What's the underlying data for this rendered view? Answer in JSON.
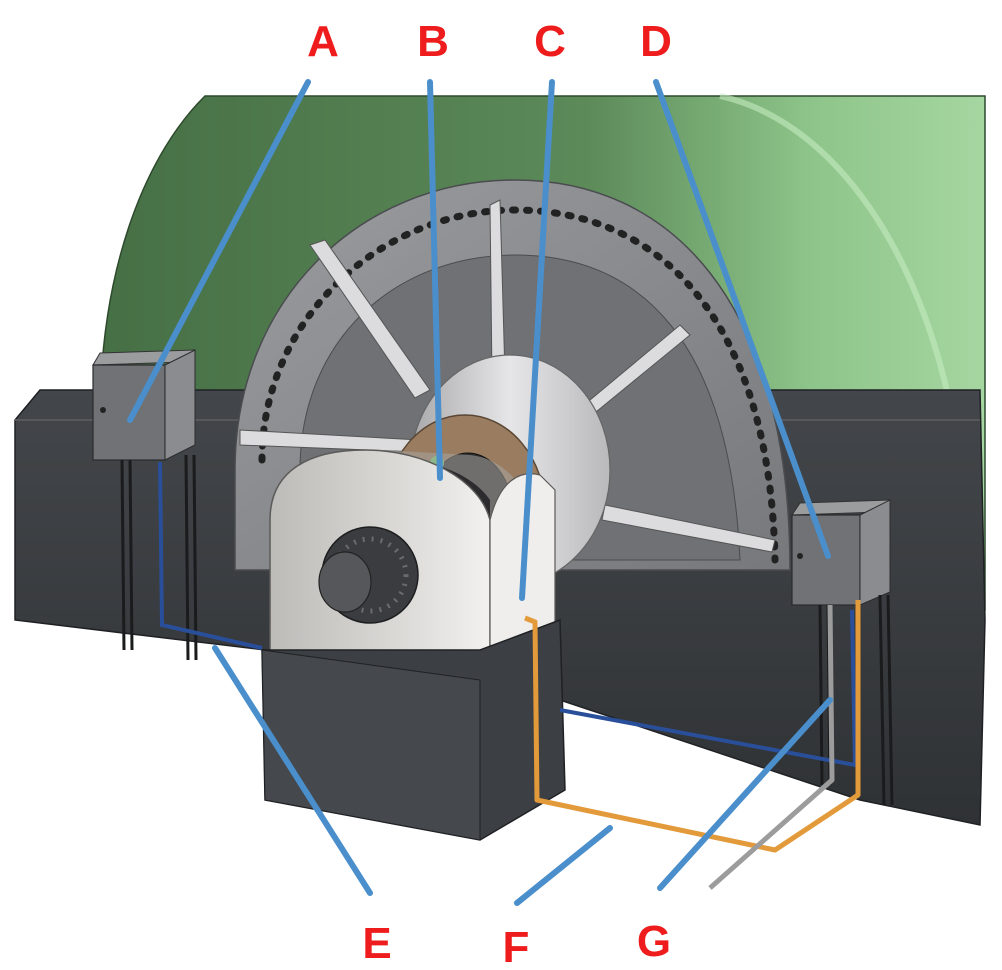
{
  "colors": {
    "callout_letter": "#ee1c1c",
    "leader_line": "#4a8fcc",
    "generator_housing": "#4f7a4d",
    "generator_housing_highlight": "#90c78c",
    "foundation_base": "#3a3d41",
    "end_shield": "#8a8c8f",
    "bearing_pedestal": "#c9c7c4",
    "junction_box": "#6b6d70",
    "blue_conduit": "#2a4f9a",
    "orange_pipe": "#e39a3a",
    "gray_pipe": "#9c9c9c"
  },
  "callouts": [
    {
      "id": "A",
      "label": "A",
      "points_to": "left-junction-box"
    },
    {
      "id": "B",
      "label": "B",
      "points_to": "shaft-seal-ring"
    },
    {
      "id": "C",
      "label": "C",
      "points_to": "bearing-oil-inlet"
    },
    {
      "id": "D",
      "label": "D",
      "points_to": "right-junction-box"
    },
    {
      "id": "E",
      "label": "E",
      "points_to": "blue-conduit"
    },
    {
      "id": "F",
      "label": "F",
      "points_to": "orange-oil-pipe"
    },
    {
      "id": "G",
      "label": "G",
      "points_to": "gray-pipe"
    }
  ]
}
